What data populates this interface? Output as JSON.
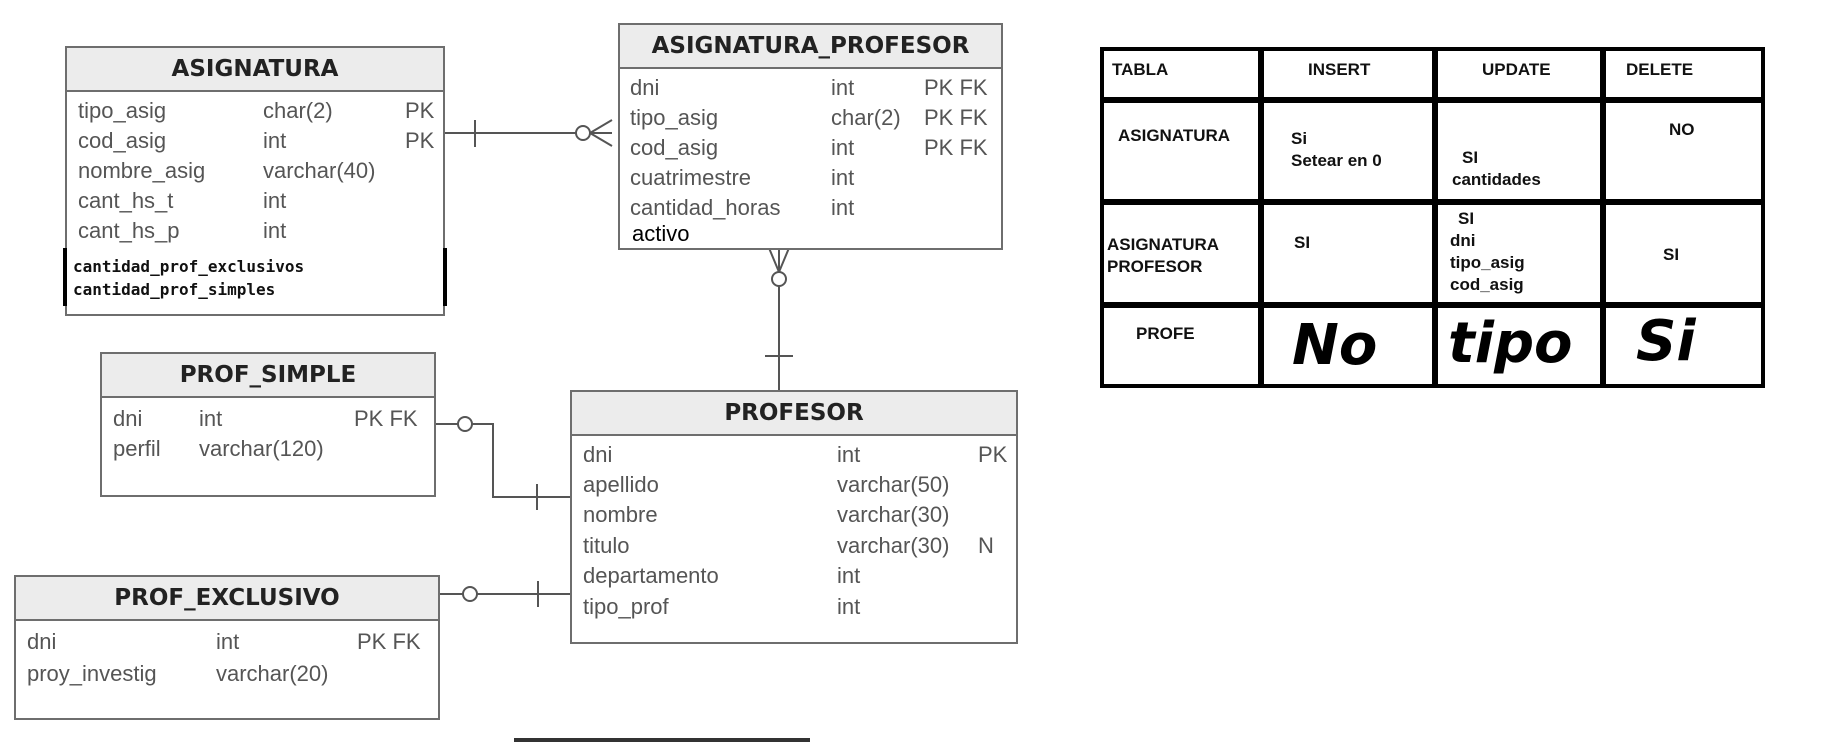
{
  "entities": {
    "asignatura": {
      "title": "ASIGNATURA",
      "attrs": [
        {
          "name": "tipo_asig",
          "type": "char(2)",
          "key": "PK"
        },
        {
          "name": "cod_asig",
          "type": "int",
          "key": "PK"
        },
        {
          "name": "nombre_asig",
          "type": "varchar(40)",
          "key": ""
        },
        {
          "name": "cant_hs_t",
          "type": "int",
          "key": ""
        },
        {
          "name": "cant_hs_p",
          "type": "int",
          "key": ""
        }
      ],
      "extra": [
        "cantidad_prof_exclusivos",
        "cantidad_prof_simples"
      ]
    },
    "asignatura_profesor": {
      "title": "ASIGNATURA_PROFESOR",
      "attrs": [
        {
          "name": "dni",
          "type": "int",
          "key": "PK FK"
        },
        {
          "name": "tipo_asig",
          "type": "char(2)",
          "key": "PK FK"
        },
        {
          "name": "cod_asig",
          "type": "int",
          "key": "PK FK"
        },
        {
          "name": "cuatrimestre",
          "type": "int",
          "key": ""
        },
        {
          "name": "cantidad_horas",
          "type": "int",
          "key": ""
        }
      ],
      "extra": "activo"
    },
    "prof_simple": {
      "title": "PROF_SIMPLE",
      "attrs": [
        {
          "name": "dni",
          "type": "int",
          "key": "PK FK"
        },
        {
          "name": "perfil",
          "type": "varchar(120)",
          "key": ""
        }
      ]
    },
    "profesor": {
      "title": "PROFESOR",
      "attrs": [
        {
          "name": "dni",
          "type": "int",
          "key": "PK"
        },
        {
          "name": "apellido",
          "type": "varchar(50)",
          "key": ""
        },
        {
          "name": "nombre",
          "type": "varchar(30)",
          "key": ""
        },
        {
          "name": "titulo",
          "type": "varchar(30)",
          "key": "N"
        },
        {
          "name": "departamento",
          "type": "int",
          "key": ""
        },
        {
          "name": "tipo_prof",
          "type": "int",
          "key": ""
        }
      ]
    },
    "prof_exclusivo": {
      "title": "PROF_EXCLUSIVO",
      "attrs": [
        {
          "name": "dni",
          "type": "int",
          "key": "PK FK"
        },
        {
          "name": "proy_investig",
          "type": "varchar(20)",
          "key": ""
        }
      ]
    }
  },
  "trigger_table": {
    "header": [
      "TABLA",
      "INSERT",
      "UPDATE",
      "DELETE"
    ],
    "rows": [
      {
        "tabla": "ASIGNATURA",
        "insert": [
          "Si",
          "Setear en 0"
        ],
        "update": [
          "SI",
          "cantidades"
        ],
        "delete": [
          "NO"
        ]
      },
      {
        "tabla": "ASIGNATURA PROFESOR",
        "insert": [
          "SI"
        ],
        "update": [
          "SI",
          "dni",
          "tipo_asig",
          "cod_asig"
        ],
        "delete": [
          "SI"
        ]
      },
      {
        "tabla": "PROFE",
        "insert": [
          "No"
        ],
        "update": [
          "tipo"
        ],
        "delete": [
          "Si"
        ]
      }
    ]
  }
}
